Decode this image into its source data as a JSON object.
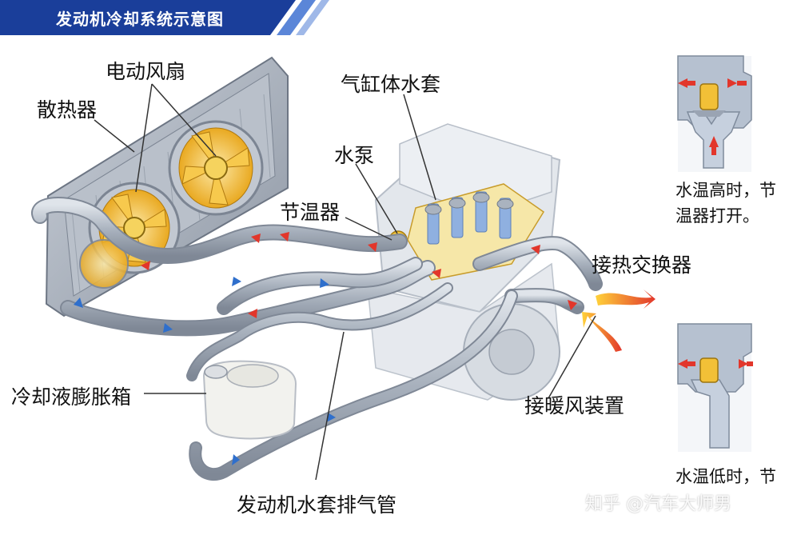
{
  "header": {
    "title": "发动机冷却系统示意图"
  },
  "labels": {
    "fan": "电动风扇",
    "radiator": "散热器",
    "water_jacket": "气缸体水套",
    "pump": "水泵",
    "thermostat": "节温器",
    "heat_exchanger": "接热交换器",
    "expansion_tank": "冷却液膨胀箱",
    "heater": "接暖风装置",
    "vent_pipe": "发动机水套排气管"
  },
  "notes": {
    "high_line1": "水温高时，节",
    "high_line2": "温器打开。",
    "low_line1": "水温低时，节"
  },
  "watermark": {
    "text": "知乎 @汽车大师男"
  },
  "colors": {
    "banner": "#1a3e9a",
    "banner_stripe": "#5b86d8",
    "arrow_red": "#e2362b",
    "arrow_blue": "#2f6fcc",
    "pipe": "#aab2bd",
    "fan_blade": "#f2b830",
    "hot_air": "#f08a1c"
  }
}
